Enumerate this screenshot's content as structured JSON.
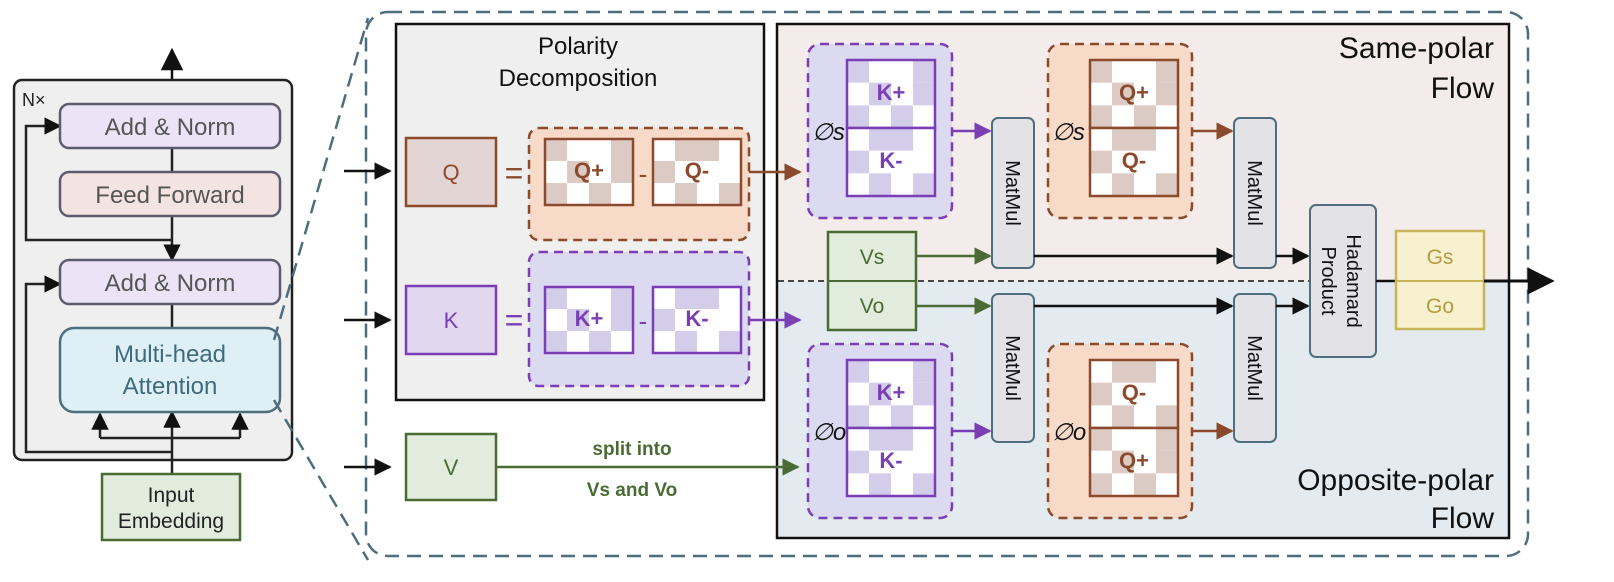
{
  "encoder": {
    "repeat_label": "N×",
    "add_norm_top": "Add & Norm",
    "feed_forward": "Feed Forward",
    "add_norm_bottom": "Add & Norm",
    "attention_line1": "Multi-head",
    "attention_line2": "Attention",
    "input_line1": "Input",
    "input_line2": "Embedding"
  },
  "polarity": {
    "title_line1": "Polarity",
    "title_line2": "Decomposition",
    "q": "Q",
    "k": "K",
    "v": "V",
    "equals": "=",
    "minus": "-",
    "q_pos": "Q+",
    "q_neg": "Q-",
    "k_pos": "K+",
    "k_neg": "K-"
  },
  "split": {
    "line1": "split into",
    "line2": "Vs and Vo"
  },
  "flows": {
    "same_line1": "Same-polar",
    "same_line2": "Flow",
    "opposite_line1": "Opposite-polar",
    "opposite_line2": "Flow",
    "phi_s": "∅s",
    "phi_o": "∅o",
    "matmul": "MatMul",
    "hadamard_line1": "Hadamard",
    "hadamard_line2": "Product",
    "v_s": "Vs",
    "v_o": "Vo",
    "g_s": "Gs",
    "g_o": "Go"
  },
  "colors": {
    "purple": "#7a3fb5",
    "brown": "#8b4a2b",
    "green": "#4a6b34",
    "slate": "#4e6e7e"
  }
}
